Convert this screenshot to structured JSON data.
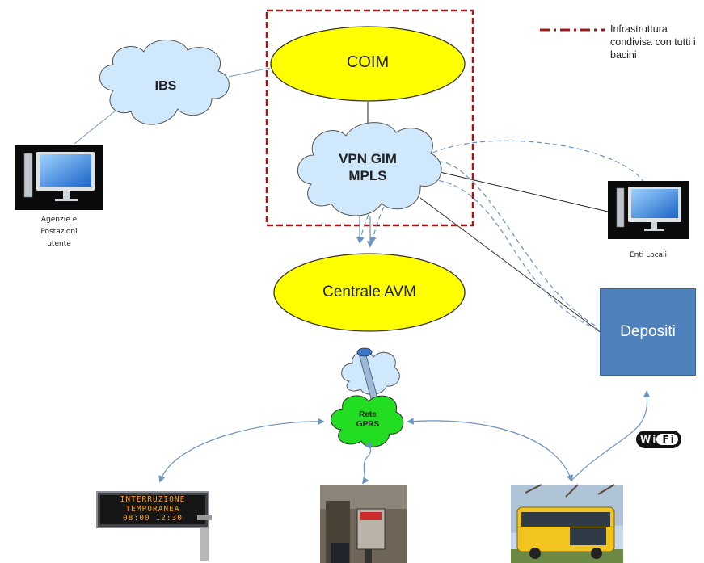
{
  "legend": {
    "text": "Infrastruttura condivisa con tutti i bacini"
  },
  "nodes": {
    "coim": "COIM",
    "ibs": "IBS",
    "vpn": "VPN GIM\nMPLS",
    "centrale": "Centrale AVM",
    "depositi": "Depositi",
    "rete_gprs": "Rete\nGPRS",
    "agenzie": "Agenzie e\nPostazioni\nutente",
    "enti": "Enti Locali",
    "wifi": "Wi Fi"
  },
  "sign": {
    "line1": "INTERRUZIONE",
    "line2": "TEMPORANEA",
    "line3": "08:00  12:30"
  },
  "colors": {
    "ellipse_fill": "#ffff00",
    "cloud_fill": "#cfe8fb",
    "gprs_fill": "#22dd22",
    "dash_border": "#a01818",
    "depositi": "#4f81bd",
    "connector": "#6a93bf"
  }
}
